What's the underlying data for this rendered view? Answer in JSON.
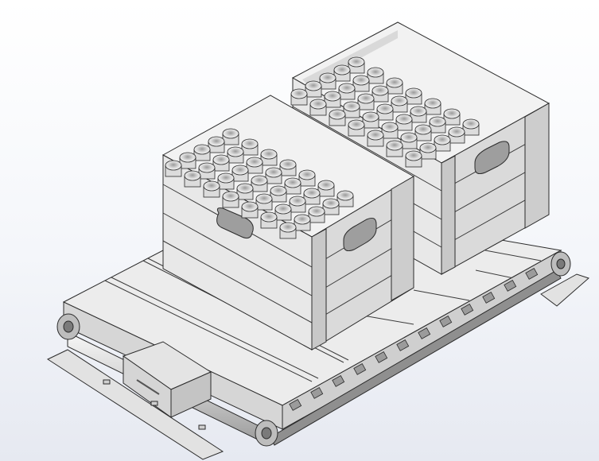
{
  "scene": {
    "subject": "pallet-conveyor-with-two-bottle-crates",
    "background_top": "#ffffff",
    "background_bottom": "#e6e9f1",
    "crate_color": "#e9e9e9",
    "crate_shadow": "#cfcfcf",
    "crate_dark": "#b9b9b9",
    "bottle_color": "#f0f0f0",
    "conveyor_color": "#d8d8d8",
    "chain_color": "#8a8a8a",
    "crate_count": 2,
    "bottles_per_crate": 32
  }
}
